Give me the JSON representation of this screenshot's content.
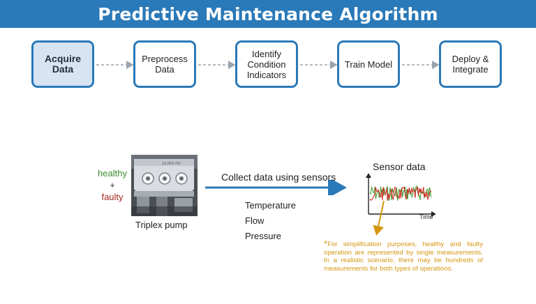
{
  "header": {
    "title": "Predictive Maintenance Algorithm"
  },
  "workflow": {
    "steps": [
      {
        "label": "Acquire Data",
        "active": true
      },
      {
        "label": "Preprocess Data",
        "active": false
      },
      {
        "label": "Identify Condition Indicators",
        "active": false
      },
      {
        "label": "Train Model",
        "active": false
      },
      {
        "label": "Deploy & Integrate",
        "active": false
      }
    ]
  },
  "pump": {
    "status_healthy": "healthy",
    "status_plus": "+",
    "status_faulty": "faulty",
    "caption": "Triplex pump",
    "plate_text": "10,000 PSI"
  },
  "collect": {
    "label": "Collect data using sensors",
    "sensors": [
      "Temperature",
      "Flow",
      "Pressure"
    ]
  },
  "sensor_plot": {
    "title": "Sensor data",
    "xlabel": "Time",
    "series_colors": {
      "healthy": "#3c9a2c",
      "faulty": "#d2231f"
    }
  },
  "note": {
    "marker": "*",
    "text": "For simplification purposes, healthy and faulty operation are represented by single measurements. In a realistic scenario, there may be hundreds of measurements for both types of operations."
  },
  "colors": {
    "accent": "#2a79b8",
    "healthy": "#3c8a2e",
    "faulty": "#a32a22",
    "note": "#d4960f",
    "connector": "#9aa4ae"
  }
}
